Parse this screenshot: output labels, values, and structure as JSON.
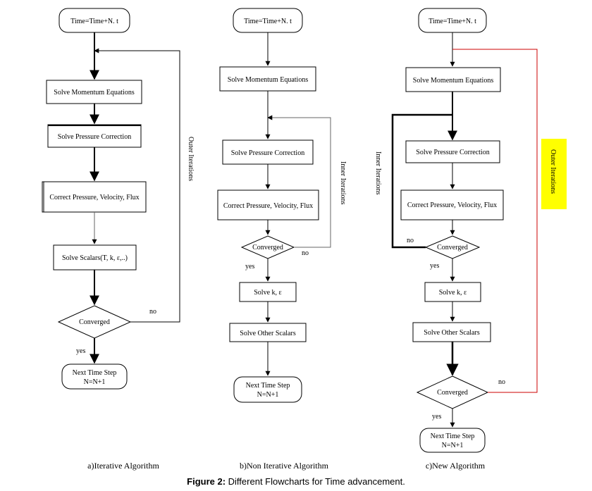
{
  "figure": {
    "caption_label": "Figure 2:",
    "caption_text": " Different Flowcharts for Time advancement."
  },
  "colors": {
    "line": "#000000",
    "red_loop": "#cc0000",
    "highlight": "#ffff00"
  },
  "flowchart_a": {
    "start": "Time=Time+N.  t",
    "momentum": "Solve Momentum Equations",
    "pressure": "Solve Pressure Correction",
    "correct": "Correct Pressure, Velocity, Flux",
    "scalars": "Solve Scalars(T, k, ε,..)",
    "converged": "Converged",
    "yes": "yes",
    "no": "no",
    "loop_label": "Outer Iterations",
    "end_line1": "Next Time Step",
    "end_line2": "N=N+1",
    "subtitle": "a)Iterative Algorithm"
  },
  "flowchart_b": {
    "start": "Time=Time+N.  t",
    "momentum": "Solve Momentum Equations",
    "pressure": "Solve Pressure Correction",
    "correct": "Correct Pressure,  Velocity, Flux",
    "converged": "Converged",
    "yes": "yes",
    "no": "no",
    "loop_label": "Inner Iterations",
    "solve_k": "Solve k, ε",
    "other_scalars": "Solve Other Scalars",
    "end_line1": "Next Time Step",
    "end_line2": "N=N+1",
    "subtitle": "b)Non Iterative Algorithm"
  },
  "flowchart_c": {
    "start": "Time=Time+N.  t",
    "momentum": "Solve Momentum Equations",
    "pressure": "Solve Pressure Correction",
    "correct": "Correct Pressure, Velocity, Flux",
    "converged_inner": "Converged",
    "inner_no": "no",
    "inner_yes": "yes",
    "inner_loop_label": "Inner Iterations",
    "outer_loop_label": "Outer Iterations",
    "solve_k": "Solve k, ε",
    "other_scalars": "Solve Other Scalars",
    "converged_outer": "Converged",
    "outer_no": "no",
    "outer_yes": "yes",
    "end_line1": "Next Time Step",
    "end_line2": "N=N+1",
    "subtitle": "c)New Algorithm"
  }
}
